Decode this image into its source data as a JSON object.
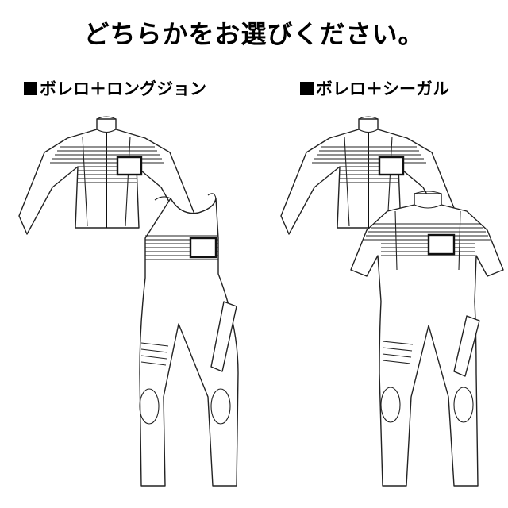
{
  "header": {
    "title": "どちらかをお選びください。"
  },
  "options": [
    {
      "label": "ボレロ＋ロングジョン"
    },
    {
      "label": "ボレロ＋シーガル"
    }
  ],
  "colors": {
    "line": "#222222",
    "background": "#ffffff",
    "text": "#000000"
  }
}
